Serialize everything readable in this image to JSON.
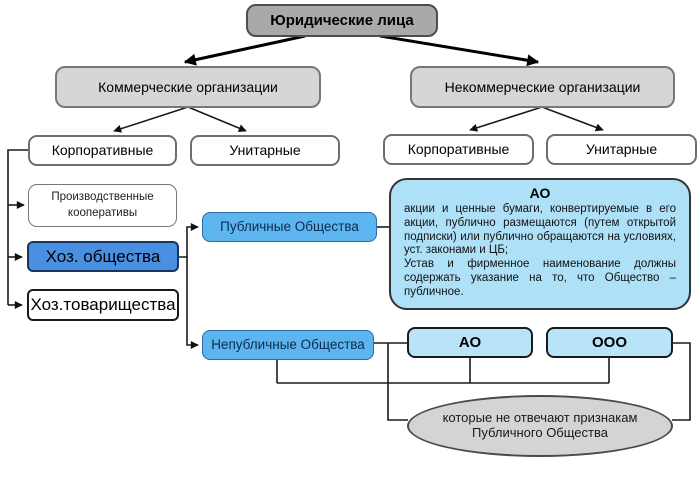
{
  "colors": {
    "root_fill": "#a9a9a9",
    "level2_fill": "#d6d6d6",
    "white_fill": "#ffffff",
    "accent_blue": "#4a90e2",
    "society_blue": "#5cb5ee",
    "pale_blue": "#aee0f7",
    "ellipse_gray": "#d4d4d4",
    "line_color": "#1a1a1a"
  },
  "nodes": {
    "root": "Юридические лица",
    "commercial": "Коммерческие организации",
    "noncommercial": "Некоммерческие организации",
    "commercial_corporate": "Корпоративные",
    "commercial_unitary": "Унитарные",
    "noncommercial_corporate": "Корпоративные",
    "noncommercial_unitary": "Унитарные",
    "prod_coop": "Производственные кооперативы",
    "hoz_obshchestva": "Хоз. общества",
    "hoz_tovarishchestva": "Хоз.товарищества",
    "public_societies": "Публичные Общества",
    "nonpublic_societies": "Непубличные Общества",
    "ao_info": {
      "title": "АО",
      "paragraph1": "акции и ценные бумаги, конвертируемые в его акции, публично размещаются (путем открытой подписки) или публично обращаются на условиях, уст. законами и ЦБ;",
      "paragraph2": "Устав и фирменное наименование должны содержать указание на то, что Общество – публичное."
    },
    "ao_short": "АО",
    "ooo": "ООО",
    "note_line1": "которые не отвечают признакам",
    "note_line2": "Публичного Общества"
  }
}
